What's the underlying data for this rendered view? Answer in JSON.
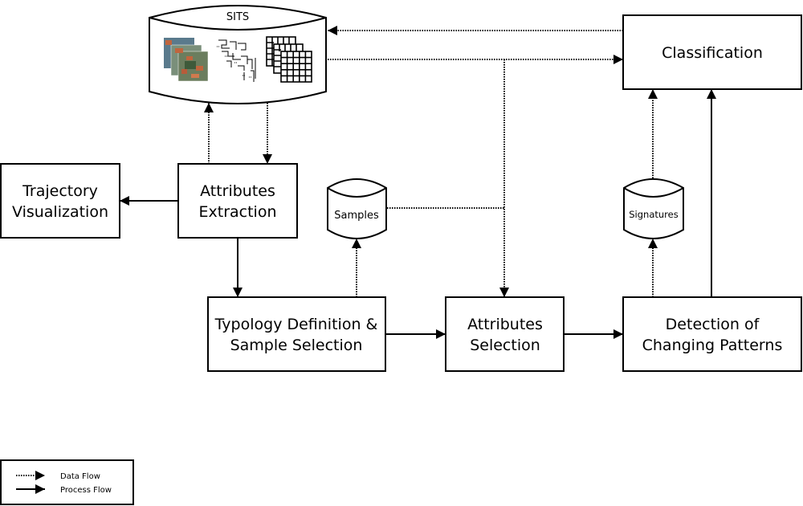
{
  "diagram": {
    "nodes": {
      "sits": {
        "label": "SITS",
        "type": "database"
      },
      "classification": {
        "label": "Classification",
        "type": "process"
      },
      "trajectory_visualization": {
        "line1": "Trajectory",
        "line2": "Visualization",
        "type": "process"
      },
      "attributes_extraction": {
        "line1": "Attributes",
        "line2": "Extraction",
        "type": "process"
      },
      "samples": {
        "label": "Samples",
        "type": "database"
      },
      "signatures": {
        "label": "Signatures",
        "type": "database"
      },
      "typology_definition": {
        "line1": "Typology Definition &",
        "line2": "Sample Selection",
        "type": "process"
      },
      "attributes_selection": {
        "line1": "Attributes",
        "line2": "Selection",
        "type": "process"
      },
      "detection_changing_patterns": {
        "line1": "Detection of",
        "line2": "Changing Patterns",
        "type": "process"
      }
    },
    "edges": [
      {
        "from": "classification",
        "to": "sits",
        "kind": "data"
      },
      {
        "from": "sits",
        "to": "classification",
        "kind": "data"
      },
      {
        "from": "attributes_extraction",
        "to": "sits",
        "kind": "data"
      },
      {
        "from": "sits",
        "to": "attributes_extraction",
        "kind": "data"
      },
      {
        "from": "attributes_extraction",
        "to": "trajectory_visualization",
        "kind": "process"
      },
      {
        "from": "attributes_extraction",
        "to": "typology_definition",
        "kind": "process"
      },
      {
        "from": "typology_definition",
        "to": "samples",
        "kind": "data"
      },
      {
        "from": "samples",
        "to": "attributes_selection",
        "kind": "data"
      },
      {
        "from": "sits",
        "to": "attributes_selection",
        "kind": "data"
      },
      {
        "from": "typology_definition",
        "to": "attributes_selection",
        "kind": "process"
      },
      {
        "from": "attributes_selection",
        "to": "detection_changing_patterns",
        "kind": "process"
      },
      {
        "from": "detection_changing_patterns",
        "to": "signatures",
        "kind": "data"
      },
      {
        "from": "signatures",
        "to": "classification",
        "kind": "data"
      },
      {
        "from": "detection_changing_patterns",
        "to": "classification",
        "kind": "process"
      }
    ],
    "legend": {
      "data_flow": "Data Flow",
      "process_flow": "Process Flow"
    }
  }
}
